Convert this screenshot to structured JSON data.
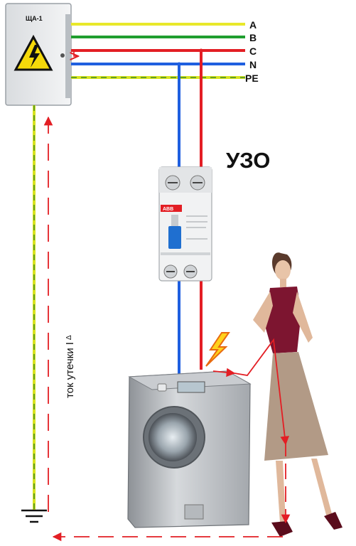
{
  "panel": {
    "label": "ЩА-1"
  },
  "bus_lines": [
    {
      "label": "A",
      "color": "#e8e82a"
    },
    {
      "label": "B",
      "color": "#1f9e2f"
    },
    {
      "label": "C",
      "color": "#e31e24"
    },
    {
      "label": "N",
      "color": "#1f5fe0"
    },
    {
      "label": "PE",
      "color": "#d8e31e",
      "stripe_color": "#3c8a2a"
    }
  ],
  "rcd": {
    "title": "УЗО",
    "brand": "ABB"
  },
  "leak_label": {
    "text": "ток утечки I",
    "subscript": "Δ"
  },
  "colors": {
    "arrow": "#e31e24",
    "phase": "#e31e24",
    "neutral": "#1f5fe0",
    "earth": "#d8e31e",
    "earth_stripe": "#3c8a2a"
  }
}
